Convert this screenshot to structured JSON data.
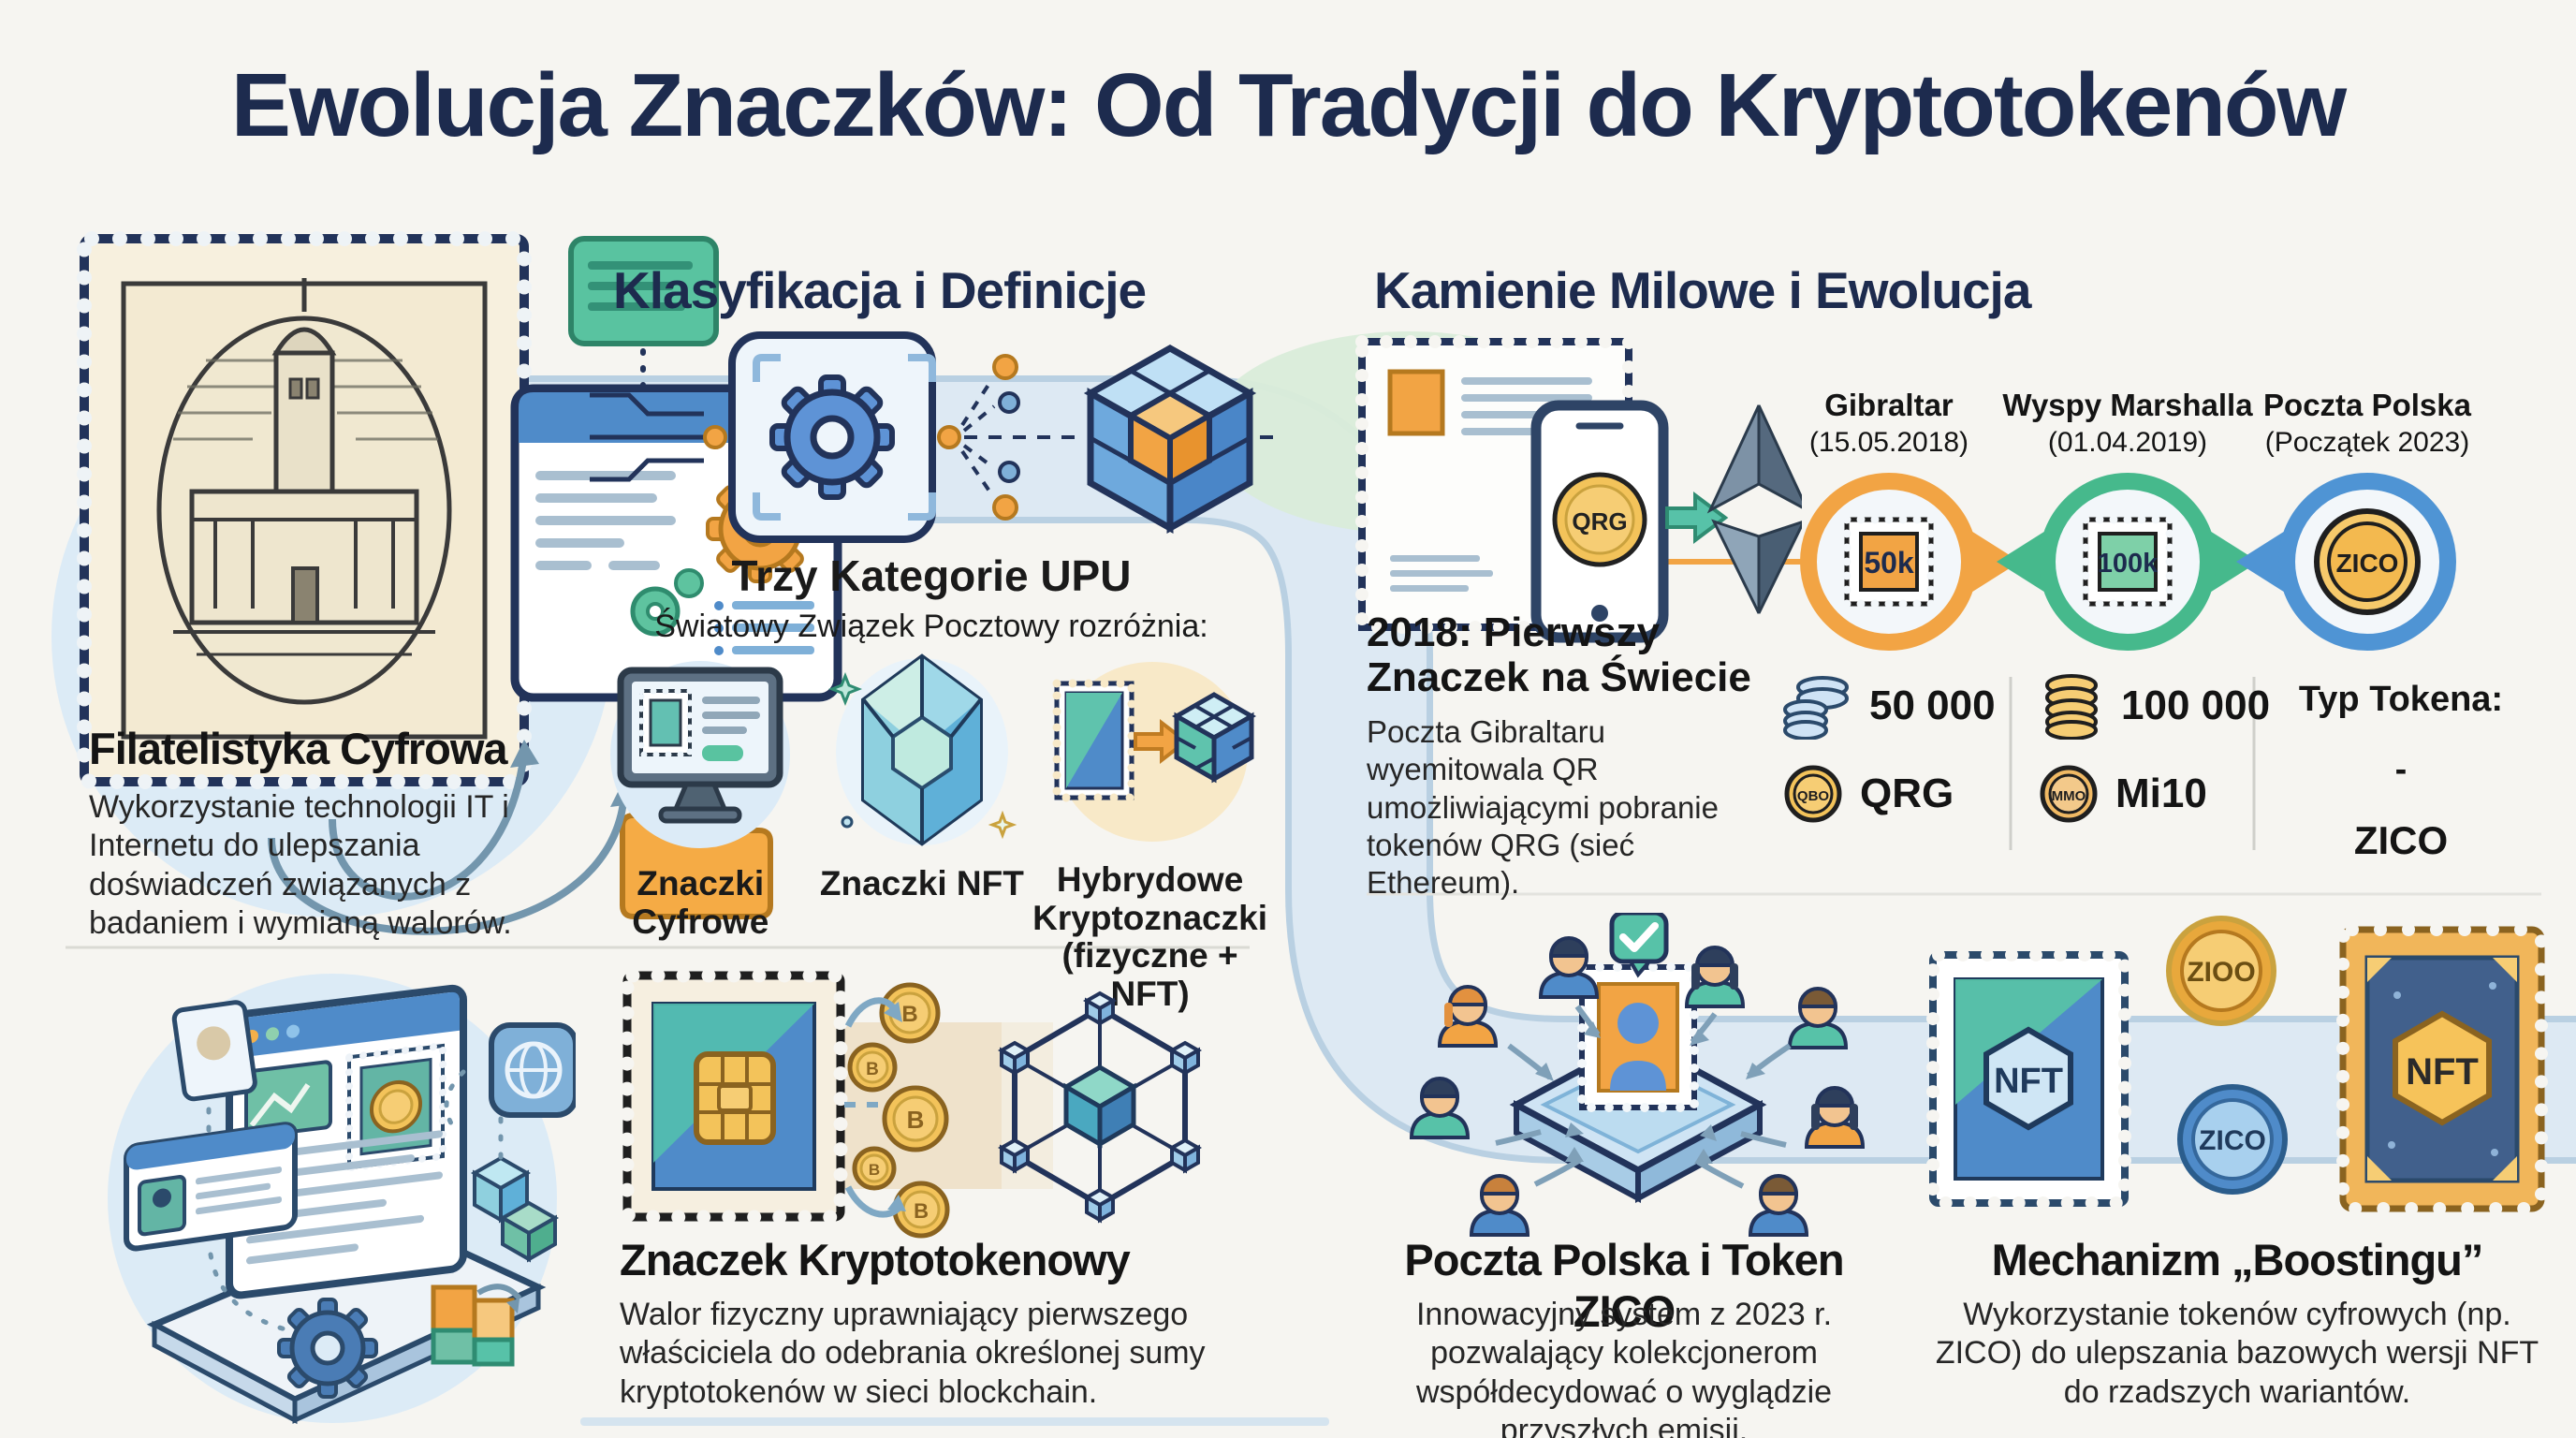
{
  "colors": {
    "background": "#f6f5f1",
    "navy": "#1d2b4e",
    "band_blue": "#dde9f3",
    "accent_orange": "#f2a444",
    "accent_green": "#46b98c",
    "accent_blue": "#4f94d4",
    "gold": "#f3c35a"
  },
  "title": "Ewolucja Znaczków: Od Tradycji do Kryptotokenów",
  "philately": {
    "heading": "Filatelistyka Cyfrowa",
    "body": "Wykorzystanie technologii IT i Internetu do ulepszania doświadczeń związanych z badaniem i wymianą walorów."
  },
  "classification": {
    "heading": "Klasyfikacja i Definicje",
    "upu_title": "Trzy Kategorie UPU",
    "upu_subtitle": "Światowy Związek Pocztowy rozróżnia:",
    "categories": [
      {
        "label": "Znaczki Cyfrowe"
      },
      {
        "label": "Znaczki NFT"
      },
      {
        "label": "Hybrydowe Kryptoznaczki (fizyczne + NFT)"
      }
    ]
  },
  "crypto_stamp": {
    "heading": "Znaczek Kryptotokenowy",
    "body": "Walor fizyczny uprawniający pierwszego właściciela do odebrania określonej sumy kryptotokenów w sieci blockchain."
  },
  "milestones": {
    "heading": "Kamienie Milowe i Ewolucja",
    "first_world": {
      "heading": "2018: Pierwszy Znaczek na Świecie",
      "body": "Poczta Gibraltaru wyemitowala QR umożliwiającymi pobranie tokenów QRG (sieć Ethereum)."
    },
    "timeline": [
      {
        "place": "Gibraltar",
        "date": "(15.05.2018)",
        "badge": "50k"
      },
      {
        "place": "Wyspy Marshalla",
        "date": "(01.04.2019)",
        "badge": "100k"
      },
      {
        "place": "Poczta Polska",
        "date": "(Początek 2023)",
        "badge": "ZICO"
      }
    ],
    "stats": [
      {
        "supply": "50 000",
        "coin_glyph": "QBO",
        "token": "QRG"
      },
      {
        "supply": "100 000",
        "coin_glyph": "MMO",
        "token": "Mi10"
      },
      {
        "label": "Typ Tokena:",
        "dash": "-",
        "token": "ZICO"
      }
    ],
    "phone_coin": "QRG"
  },
  "zico": {
    "heading": "Poczta Polska i Token ZICO",
    "body": "Innowacyjny system z 2023 r. pozwalający kolekcjonerom współdecydować o wyglądzie przyszłych emisji."
  },
  "boosting": {
    "heading": "Mechanizm „Boostingu”",
    "body": "Wykorzystanie tokenów cyfrowych (np. ZICO) do ulepszania bazowych wersji NFT do rzadszych wariantów.",
    "nft_stamp_label": "NFT",
    "nft_gold_label": "NFT",
    "coin_top": "ZIOO",
    "coin_bottom": "ZICO"
  },
  "coin_glyph_generic": "B"
}
